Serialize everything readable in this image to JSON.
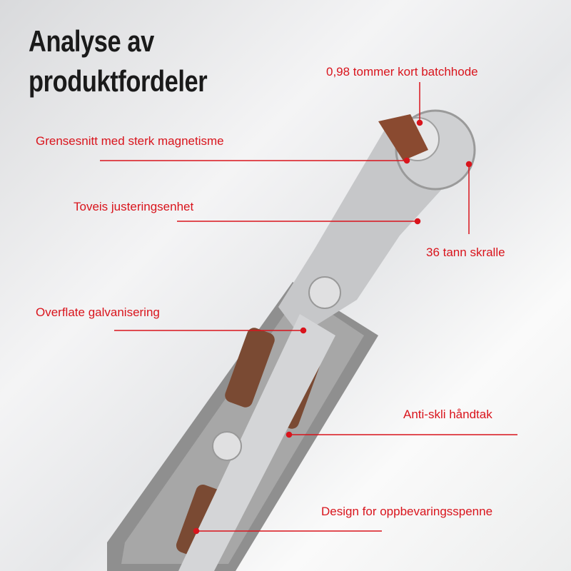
{
  "title": {
    "line1": "Analyse av",
    "line2": "produktfordeler"
  },
  "callouts": [
    {
      "id": "short-bit-head",
      "text": "0,98 tommer kort batchhode"
    },
    {
      "id": "magnetic-interface",
      "text": "Grensesnitt med sterk magnetisme"
    },
    {
      "id": "two-way-adjuster",
      "text": "Toveis justeringsenhet"
    },
    {
      "id": "ratchet-teeth",
      "text": "36 tann skralle"
    },
    {
      "id": "surface-plating",
      "text": "Overflate galvanisering"
    },
    {
      "id": "anti-slip-handle",
      "text": "Anti-skli håndtak"
    },
    {
      "id": "storage-buckle",
      "text": "Design for oppbevaringsspenne"
    }
  ],
  "colors": {
    "accent": "#d9141c",
    "title": "#1a1a1a"
  }
}
